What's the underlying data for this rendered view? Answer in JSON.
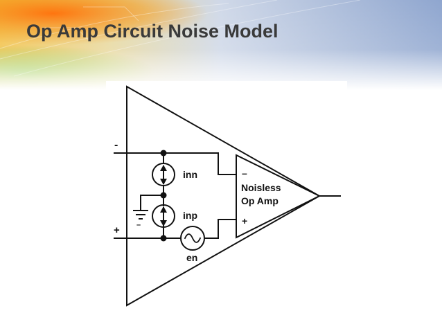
{
  "slide": {
    "title": "Op Amp Circuit Noise Model"
  },
  "diagram": {
    "input_minus_label": "-",
    "input_plus_label": "+",
    "inner_minus_label": "–",
    "inner_plus_label": "+",
    "inner_amp_line1": "Noisless",
    "inner_amp_line2": "Op Amp",
    "current_source_top_label": "inn",
    "current_source_bottom_label": "inp",
    "voltage_source_label": "en",
    "ground_minus_label": "–"
  }
}
